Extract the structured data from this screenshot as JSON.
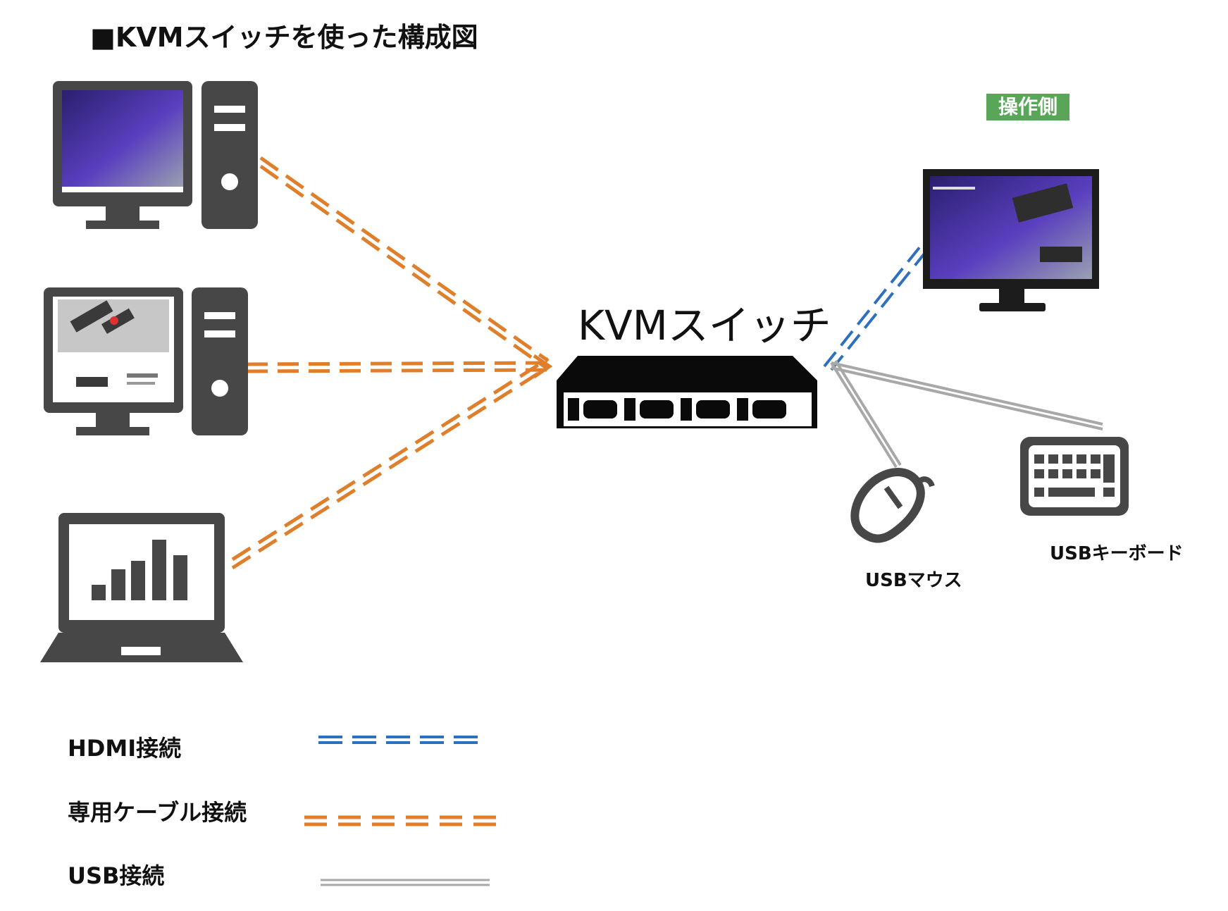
{
  "title": "■KVMスイッチを使った構成図",
  "switch": {
    "label": "KVMスイッチ"
  },
  "operator": {
    "badge": "操作側",
    "badge_color": "#5aa659"
  },
  "peripherals": {
    "mouse_label": "USBマウス",
    "keyboard_label": "USBキーボード"
  },
  "legend": {
    "hdmi_label": "HDMI接続",
    "dedicated_label": "専用ケーブル接続",
    "usb_label": "USB接続"
  },
  "colors": {
    "hdmi": "#2f6fbf",
    "dedicated": "#e07f2b",
    "usb": "#a8a8a8",
    "device": "#474747"
  },
  "icons": [
    "desktop-pc-icon",
    "laptop-icon",
    "monitor-icon",
    "mouse-icon",
    "keyboard-icon",
    "kvm-switch-icon"
  ]
}
